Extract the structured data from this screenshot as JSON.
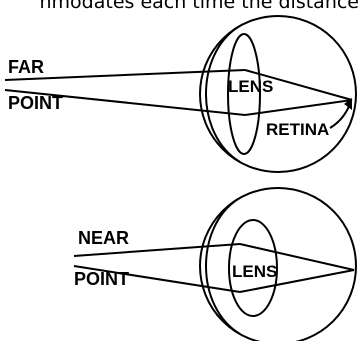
{
  "caption_text": "nmodates each time the distance",
  "top_diagram": {
    "far_label_line1": "FAR",
    "far_label_line2": "POINT",
    "lens_label": "LENS",
    "retina_label": "RETINA"
  },
  "bottom_diagram": {
    "near_label_line1": "NEAR",
    "near_label_line2": "POINT",
    "lens_label": "LENS"
  }
}
